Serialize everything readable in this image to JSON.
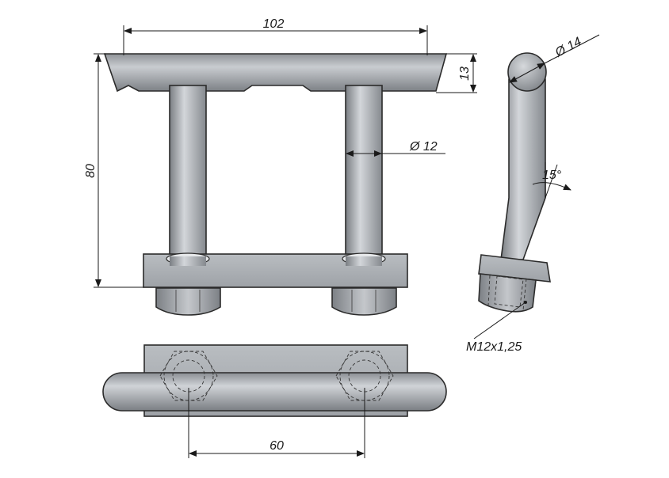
{
  "dimensions": {
    "length": "102",
    "height": "80",
    "top_thickness": "13",
    "rod_diameter": "Ø 12",
    "bar_diameter": "Ø 14",
    "bend_angle": "15°",
    "thread": "M12x1,25",
    "spacing": "60"
  },
  "colors": {
    "metal_light": "#c9ccd0",
    "metal_mid": "#a7abb0",
    "metal_dark": "#6f7378",
    "outline": "#2b2b2b"
  }
}
